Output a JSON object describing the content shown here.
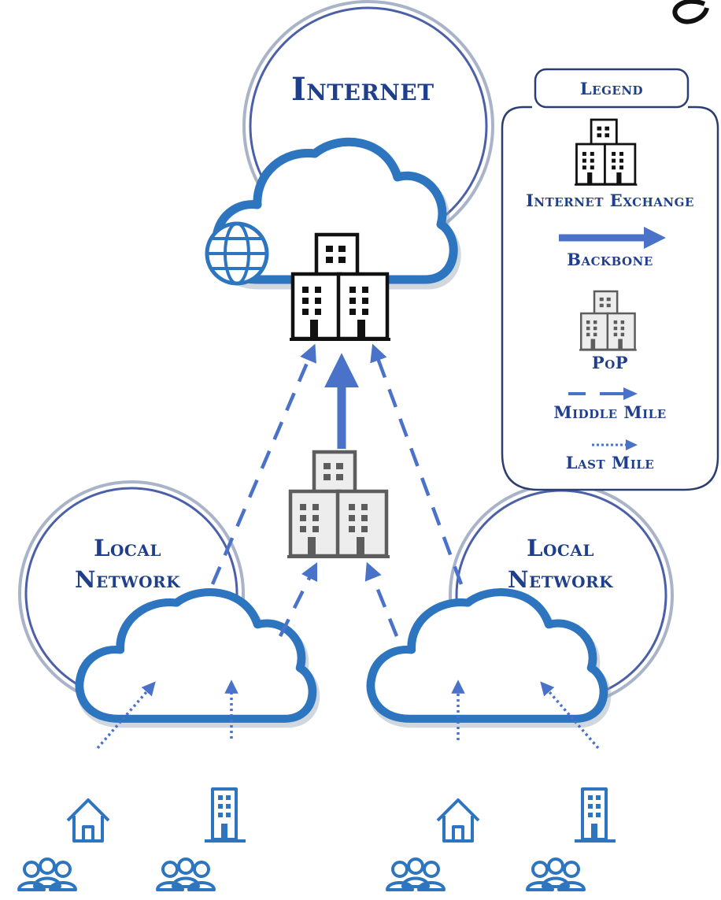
{
  "diagram": {
    "internet_label": "Internet",
    "local_network_left_line1": "Local",
    "local_network_left_line2": "Network",
    "local_network_right_line1": "Local",
    "local_network_right_line2": "Network"
  },
  "legend": {
    "title": "Legend",
    "internet_exchange": "Internet Exchange",
    "backbone": "Backbone",
    "pop": "PoP",
    "middle_mile": "Middle Mile",
    "last_mile": "Last Mile"
  },
  "colors": {
    "cloud_stroke": "#2e75c0",
    "link_blue": "#4a72c8",
    "title_text": "#1f3f8c",
    "ix_building": "#111111",
    "pop_building": "#5d5d5d"
  },
  "icons": [
    "globe-icon",
    "internet-exchange-building-icon",
    "pop-building-icon",
    "house-icon",
    "office-building-icon",
    "user-group-icon"
  ]
}
